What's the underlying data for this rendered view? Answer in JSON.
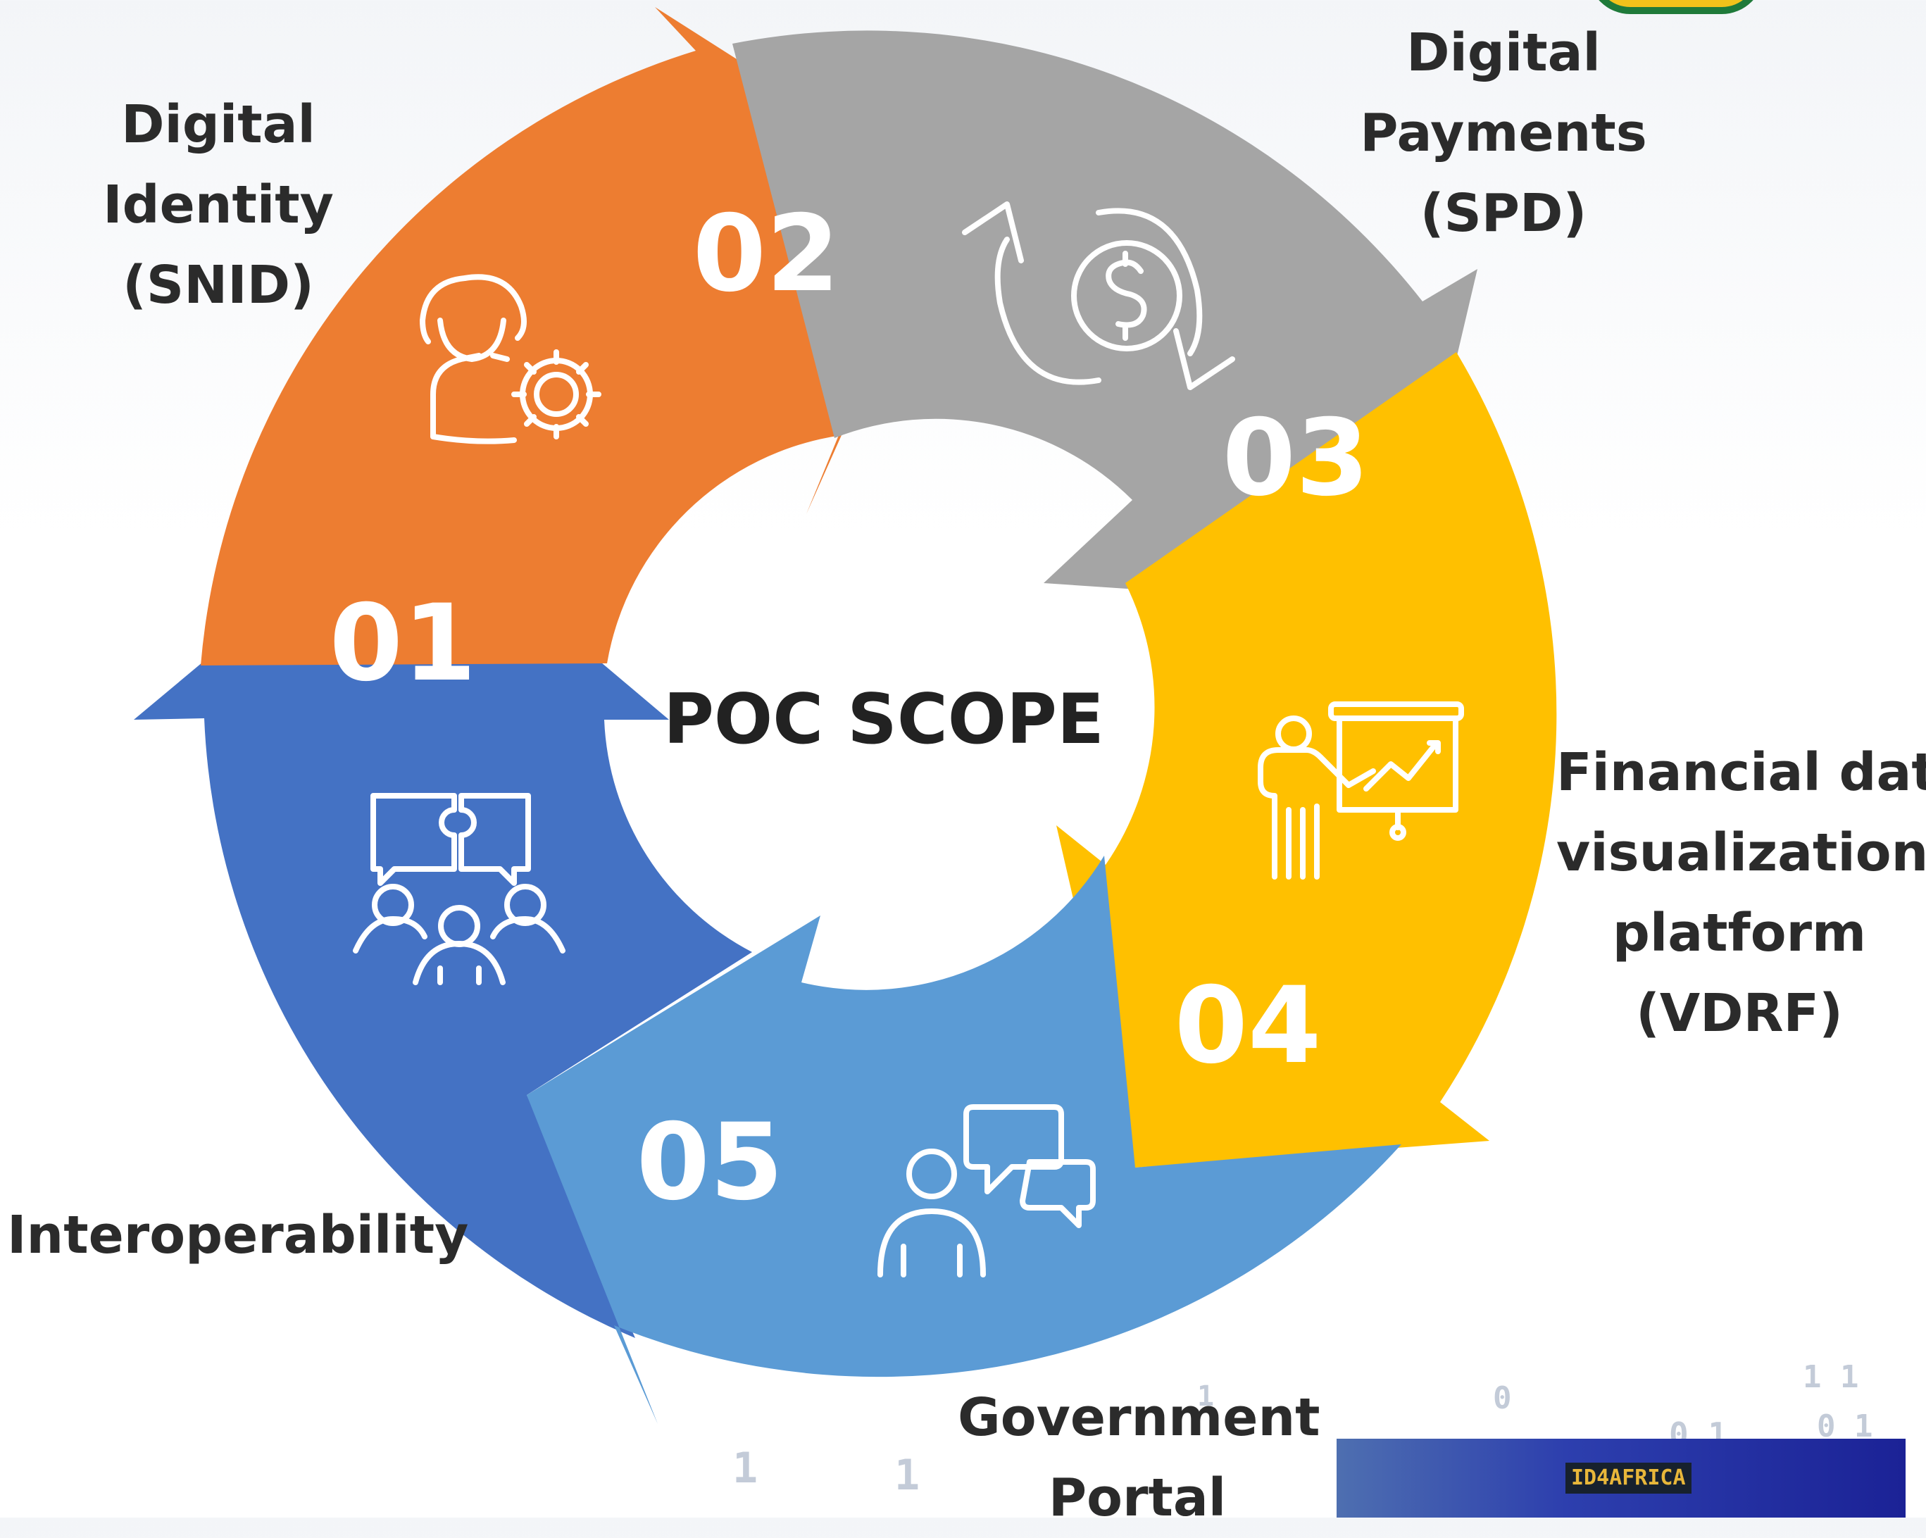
{
  "center_label": "POC SCOPE",
  "colors": {
    "step_1": "#4472c4",
    "step_2": "#ed7d31",
    "step_3": "#a5a5a5",
    "step_4": "#ffc000",
    "step_5": "#5b9bd5",
    "text": "#2b2b2b"
  },
  "steps": [
    {
      "number": "01",
      "label_lines": [
        "Interoperability"
      ],
      "icon": "team-puzzle-icon"
    },
    {
      "number": "02",
      "label_lines": [
        "Digital",
        "Identity",
        "(SNID)"
      ],
      "icon": "person-gear-icon"
    },
    {
      "number": "03",
      "label_lines": [
        "Digital",
        "Payments",
        "(SPD)"
      ],
      "icon": "dollar-cycle-icon"
    },
    {
      "number": "04",
      "label_lines": [
        "Financial data",
        "visualization",
        "platform",
        "(VDRF)"
      ],
      "icon": "presentation-chart-icon"
    },
    {
      "number": "05",
      "label_lines": [
        "Government",
        "Portal"
      ],
      "icon": "person-chat-icon"
    }
  ],
  "logo": {
    "text": "ID4AFRICA"
  }
}
